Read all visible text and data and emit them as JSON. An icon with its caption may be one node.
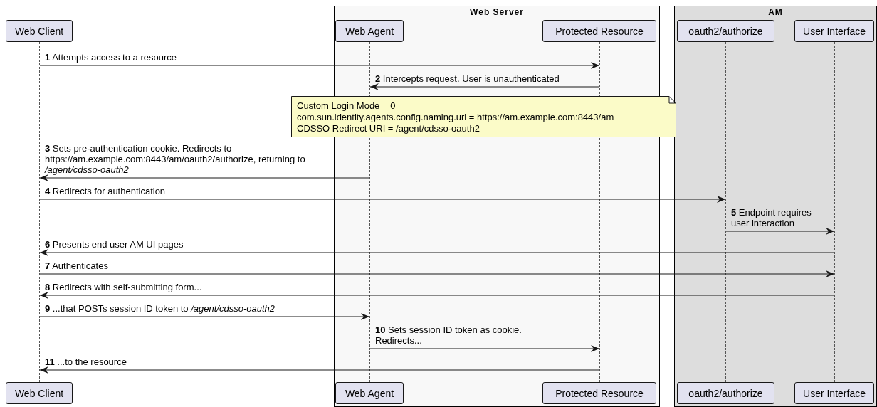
{
  "diagram": {
    "nodes": [
      {
        "text": [
          "Web Client"
        ]
      },
      {
        "text": [
          "Web Server"
        ]
      },
      {
        "text": [
          "Web Agent"
        ],
        "in": 1
      },
      {
        "text": [
          "Protected Resource"
        ],
        "in": 1
      },
      {
        "text": [
          "AM"
        ]
      },
      {
        "text": [
          "oauth2/authorize"
        ],
        "in": 4
      },
      {
        "text": [
          "User Interface"
        ],
        "in": 4
      },
      {
        "text": [
          "Custom Login Mode = 0",
          "com.sun.identity.agents.config.naming.url = https://am.example.com:8443/am",
          "CDSSO Redirect URI = /agent/cdsso-oauth2"
        ]
      },
      {
        "text": [
          "Web Client"
        ]
      },
      {
        "text": [
          "Web Agent"
        ],
        "in": 1
      },
      {
        "text": [
          "Protected Resource"
        ],
        "in": 1
      },
      {
        "text": [
          "oauth2/authorize"
        ],
        "in": 4
      },
      {
        "text": [
          "User Interface"
        ],
        "in": 4
      },
      {
        "text": [],
        "shape": "line"
      },
      {
        "text": [],
        "shape": "line",
        "in": 1
      },
      {
        "text": [],
        "shape": "line",
        "in": 1
      },
      {
        "text": [],
        "shape": "line",
        "in": 4
      },
      {
        "text": [],
        "shape": "line",
        "in": 4
      }
    ],
    "edges": [
      {
        "from": 13,
        "to": 15,
        "arrow": "to",
        "label": "**1** Attempts access to a resource"
      },
      {
        "from": 15,
        "to": 14,
        "arrow": "to",
        "label": "**2** Intercepts request. User is unauthenticated"
      },
      {
        "from": 14,
        "to": 13,
        "arrow": "to",
        "label": "**3** Sets pre-authentication cookie. Redirects to https://am.example.com:8443/am/oauth2/authorize, returning to */agent/cdsso-oauth2*"
      },
      {
        "from": 13,
        "to": 16,
        "arrow": "to",
        "label": "**4** Redirects for authentication"
      },
      {
        "from": 16,
        "to": 17,
        "arrow": "to",
        "label": "**5** Endpoint requires user interaction"
      },
      {
        "from": 17,
        "to": 13,
        "arrow": "to",
        "label": "**6** Presents end user AM UI pages"
      },
      {
        "from": 13,
        "to": 17,
        "arrow": "to",
        "label": "**7** Authenticates"
      },
      {
        "from": 17,
        "to": 13,
        "arrow": "to",
        "label": "**8** Redirects with self-submitting form..."
      },
      {
        "from": 13,
        "to": 14,
        "arrow": "to",
        "label": "**9** ...that POSTs session ID token to */agent/cdsso-oauth2*"
      },
      {
        "from": 14,
        "to": 15,
        "arrow": "to",
        "label": "**10** Sets session ID token as cookie. Redirects..."
      },
      {
        "from": 15,
        "to": 13,
        "arrow": "to",
        "label": "**11** ...to the resource"
      }
    ]
  }
}
